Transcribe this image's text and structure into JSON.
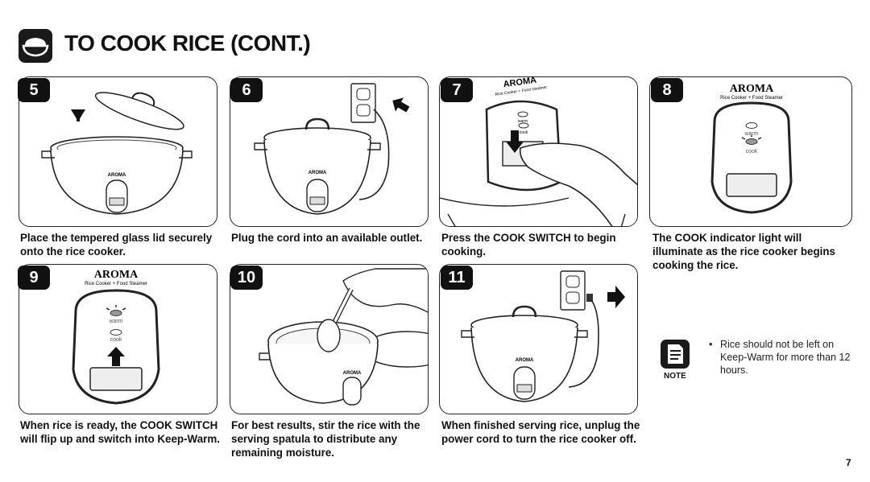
{
  "header": {
    "title": "TO COOK RICE (CONT.)",
    "icon": "rice-bowl-icon"
  },
  "brand": {
    "name": "AROMA",
    "tagline": "Rice Cooker + Food Steamer"
  },
  "panel_labels": {
    "warm": "warm",
    "cook": "cook"
  },
  "steps": [
    {
      "number": "5",
      "caption": "Place the tempered glass lid securely onto the rice cooker."
    },
    {
      "number": "6",
      "caption": "Plug the cord into an available outlet."
    },
    {
      "number": "7",
      "caption": "Press the COOK SWITCH to begin cooking."
    },
    {
      "number": "8",
      "caption": "The COOK indicator light will illuminate as the rice cooker begins cooking the rice."
    },
    {
      "number": "9",
      "caption": "When rice is ready, the COOK SWITCH will flip up and switch into Keep-Warm."
    },
    {
      "number": "10",
      "caption": "For best results, stir the rice with the serving spatula to distribute any remaining moisture."
    },
    {
      "number": "11",
      "caption": "When finished serving rice, unplug the power cord to turn the rice cooker off."
    }
  ],
  "note": {
    "label": "NOTE",
    "bullet": "•",
    "text": "Rice should not be left on Keep-Warm for more than 12 hours.",
    "icon": "note-document-icon"
  },
  "page_number": "7"
}
